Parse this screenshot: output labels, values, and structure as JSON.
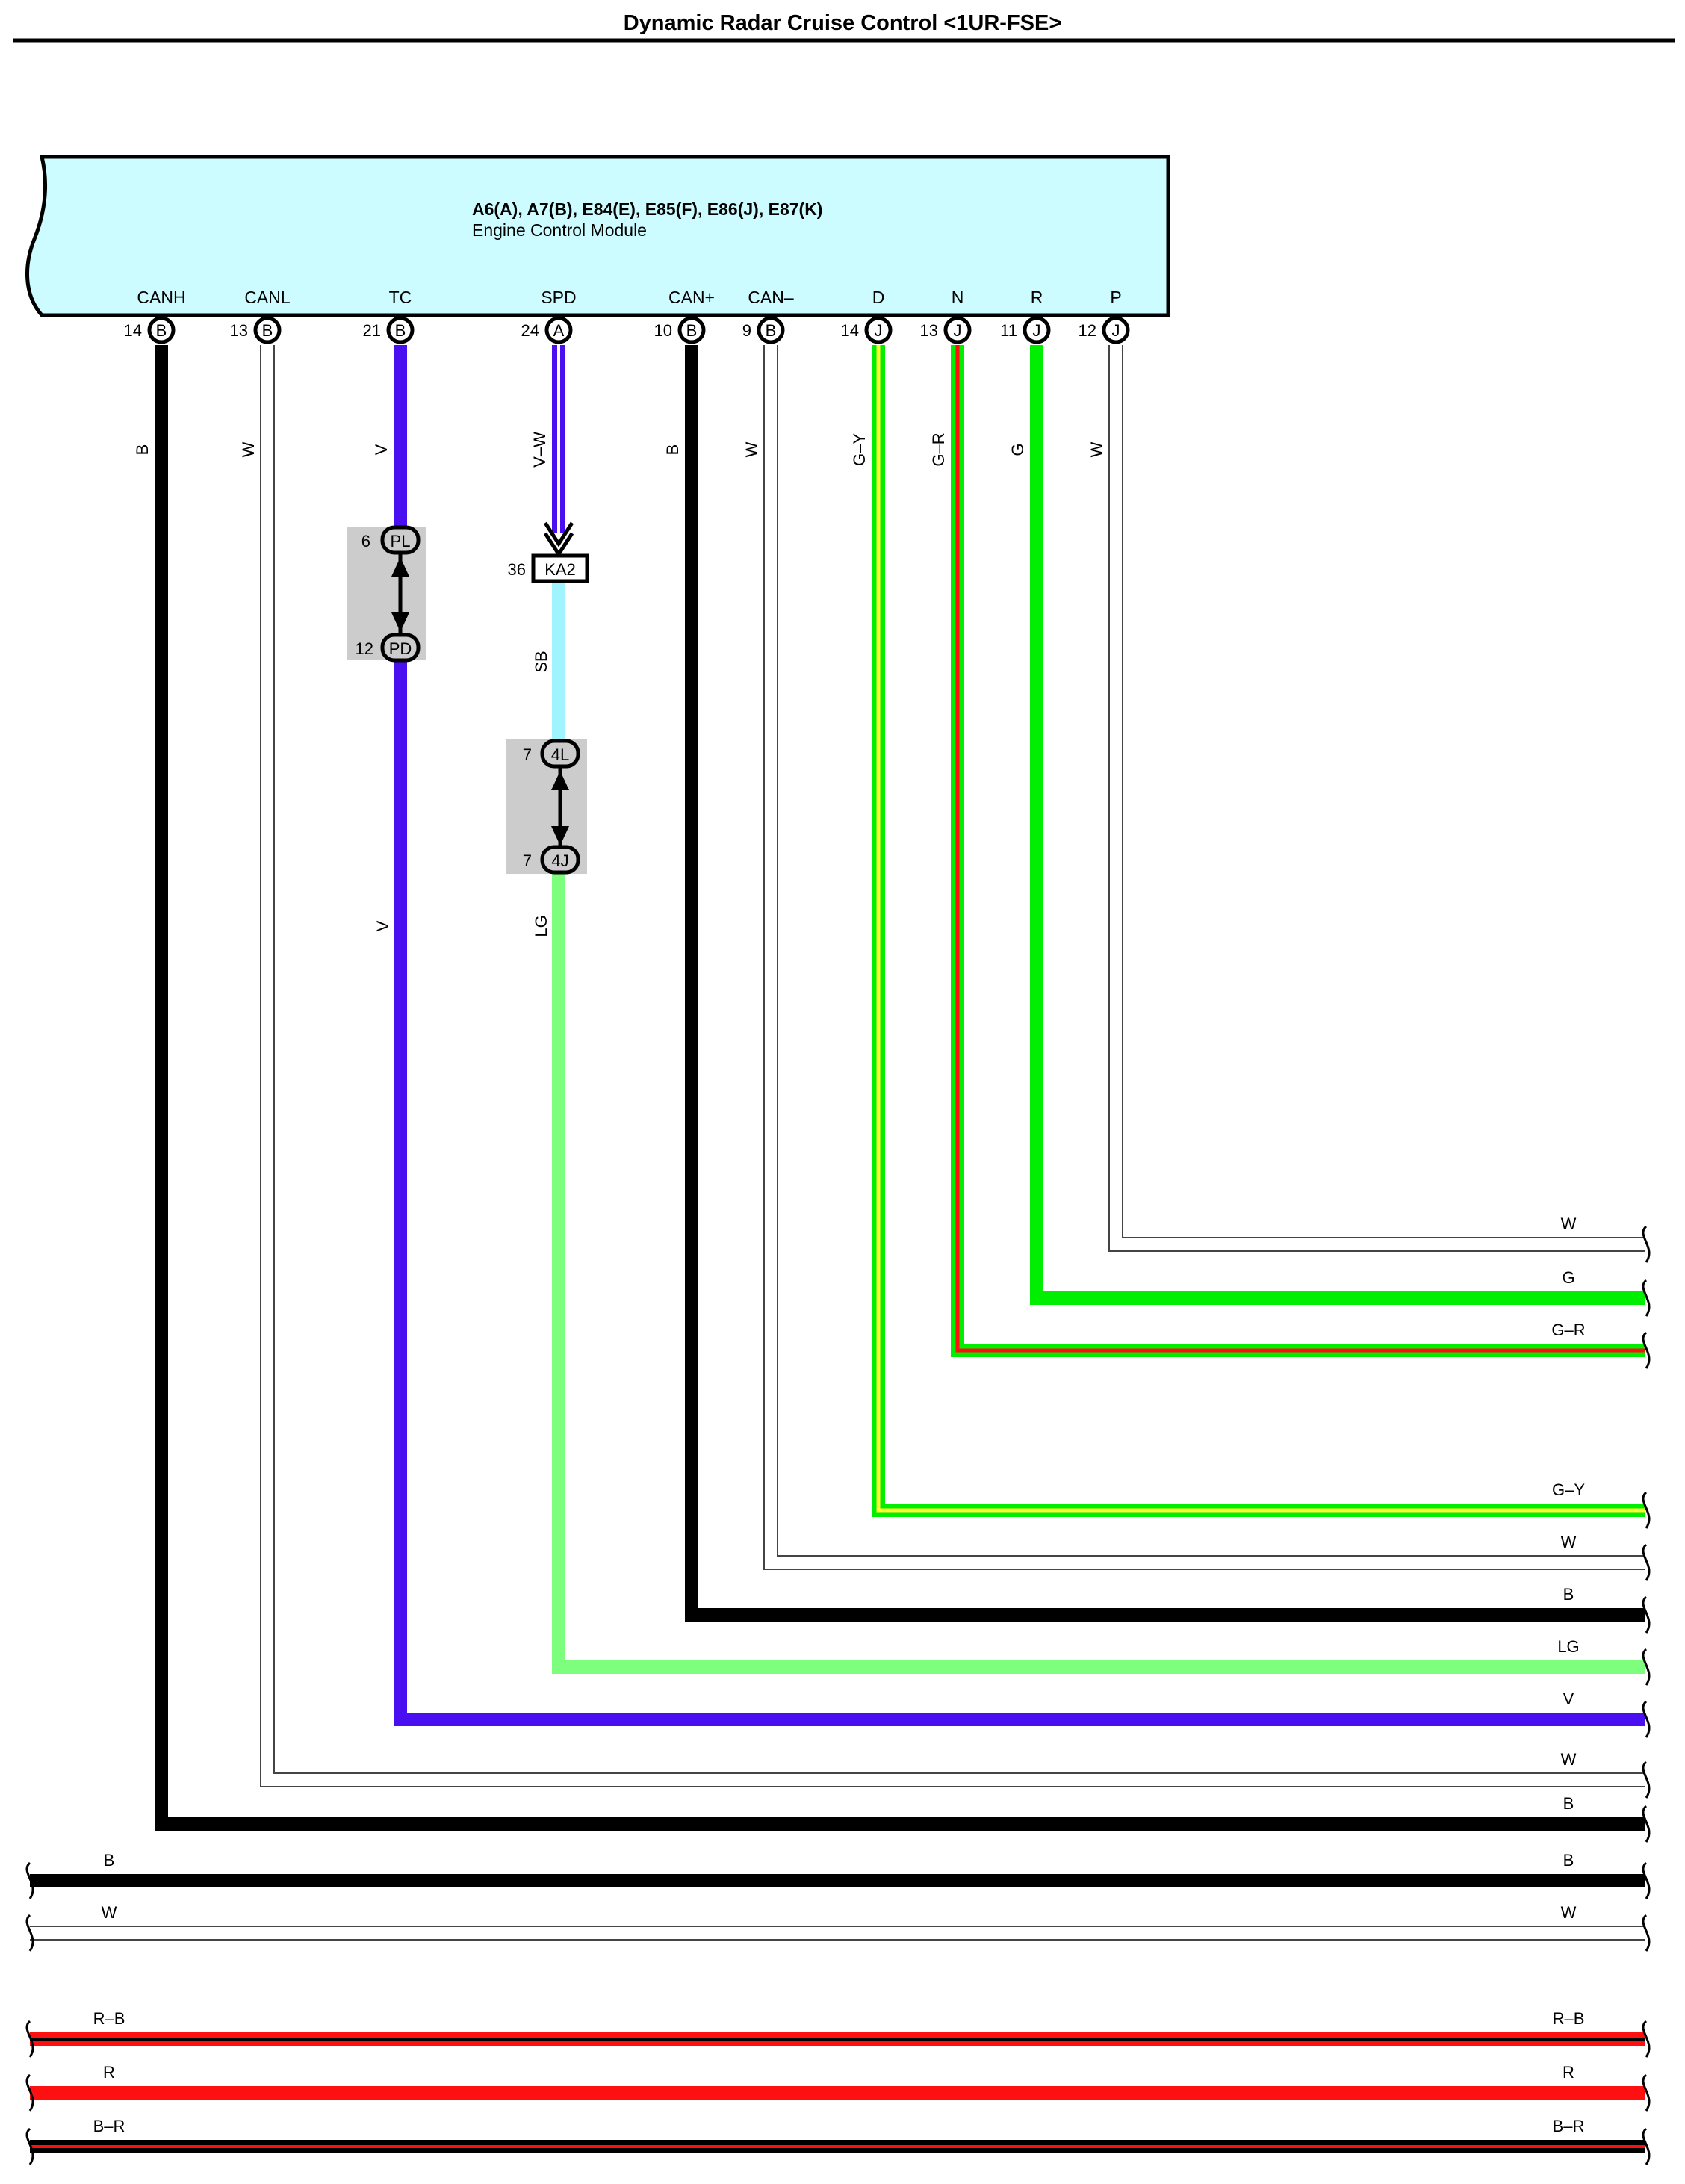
{
  "title": "Dynamic Radar Cruise Control <1UR-FSE>",
  "ecm": {
    "connectors": "A6(A), A7(B), E84(E), E85(F), E86(J), E87(K)",
    "name": "Engine Control Module"
  },
  "colors": {
    "B": "#000000",
    "W": "#ffffff",
    "V": "#4a0ff0",
    "SB": "#9ff4ff",
    "LG": "#7dff7d",
    "G": "#00ee00",
    "R": "#ff1010",
    "Y": "#ffff30",
    "box": "#ccfcff",
    "junction": "#cccccc"
  },
  "pins": [
    {
      "label": "CANH",
      "num": "14",
      "conn": "B",
      "wire": "B"
    },
    {
      "label": "CANL",
      "num": "13",
      "conn": "B",
      "wire": "W"
    },
    {
      "label": "TC",
      "num": "21",
      "conn": "B",
      "wire": "V"
    },
    {
      "label": "SPD",
      "num": "24",
      "conn": "A",
      "wire": "V–W"
    },
    {
      "label": "CAN+",
      "num": "10",
      "conn": "B",
      "wire": "B"
    },
    {
      "label": "CAN–",
      "num": "9",
      "conn": "B",
      "wire": "W"
    },
    {
      "label": "D",
      "num": "14",
      "conn": "J",
      "wire": "G–Y"
    },
    {
      "label": "N",
      "num": "13",
      "conn": "J",
      "wire": "G–R"
    },
    {
      "label": "R",
      "num": "11",
      "conn": "J",
      "wire": "G"
    },
    {
      "label": "P",
      "num": "12",
      "conn": "J",
      "wire": "W"
    }
  ],
  "connectors": {
    "pl": {
      "num": "6",
      "name": "PL"
    },
    "pd": {
      "num": "12",
      "name": "PD"
    },
    "ka2": {
      "num": "36",
      "name": "KA2"
    },
    "c4l": {
      "num": "7",
      "name": "4L"
    },
    "c4j": {
      "num": "7",
      "name": "4J"
    }
  },
  "wire_labels": {
    "tc_lower": "V",
    "spd_mid": "SB",
    "spd_lower": "LG"
  },
  "right_exits": [
    "W",
    "G",
    "G–R",
    "G–Y",
    "W",
    "B",
    "LG",
    "V",
    "W",
    "B"
  ],
  "pass_through": [
    {
      "left": "B",
      "right": "B"
    },
    {
      "left": "W",
      "right": "W"
    },
    {
      "left": "R–B",
      "right": "R–B"
    },
    {
      "left": "R",
      "right": "R"
    },
    {
      "left": "B–R",
      "right": "B–R"
    }
  ]
}
